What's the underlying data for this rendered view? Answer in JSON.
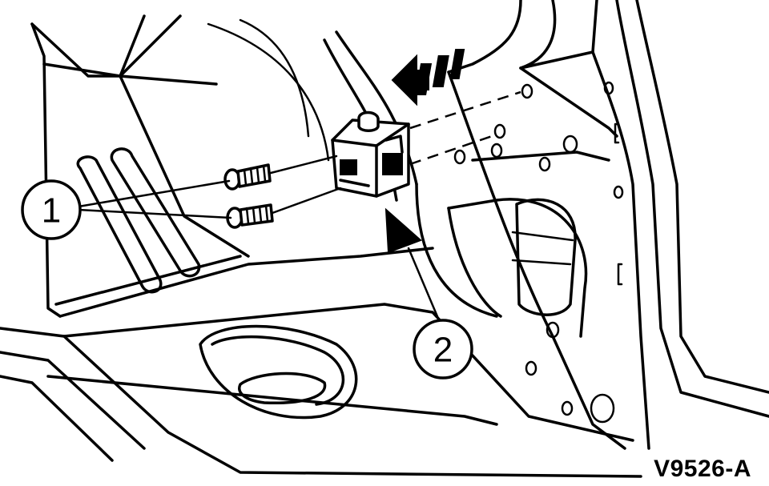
{
  "callouts": [
    {
      "label": "1"
    },
    {
      "label": "2"
    }
  ],
  "figure_id": "V9526-A",
  "icons": [
    "bolt-icon",
    "forward-arrow-icon",
    "pointer-arrow-icon"
  ]
}
